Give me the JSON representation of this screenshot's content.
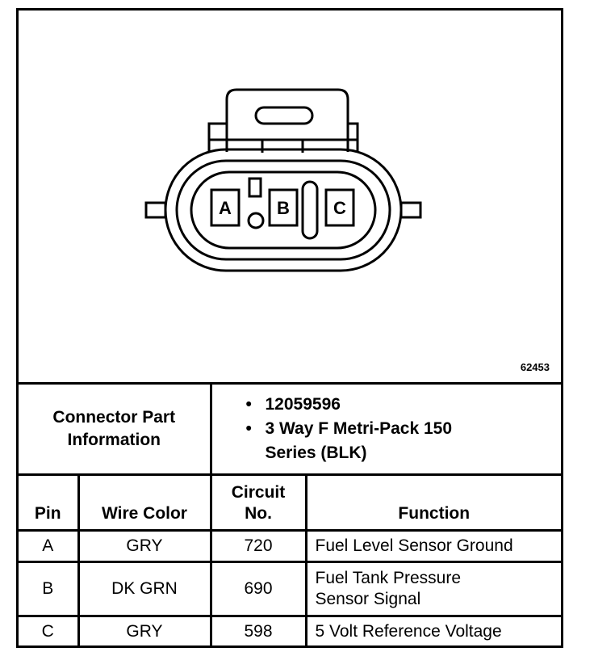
{
  "diagram": {
    "figure_id": "62453",
    "pins": [
      "A",
      "B",
      "C"
    ]
  },
  "part_info": {
    "label_line1": "Connector Part",
    "label_line2": "Information",
    "items": [
      "12059596",
      "3 Way F Metri-Pack 150",
      "Series (BLK)"
    ]
  },
  "table": {
    "headers": {
      "pin": "Pin",
      "wire_color": "Wire Color",
      "circuit_line1": "Circuit",
      "circuit_line2": "No.",
      "function": "Function"
    },
    "rows": [
      {
        "pin": "A",
        "wire_color": "GRY",
        "circuit": "720",
        "function_line1": "Fuel Level Sensor Ground",
        "function_line2": ""
      },
      {
        "pin": "B",
        "wire_color": "DK GRN",
        "circuit": "690",
        "function_line1": "Fuel Tank Pressure",
        "function_line2": "Sensor Signal"
      },
      {
        "pin": "C",
        "wire_color": "GRY",
        "circuit": "598",
        "function_line1": "5 Volt Reference Voltage",
        "function_line2": ""
      }
    ]
  }
}
